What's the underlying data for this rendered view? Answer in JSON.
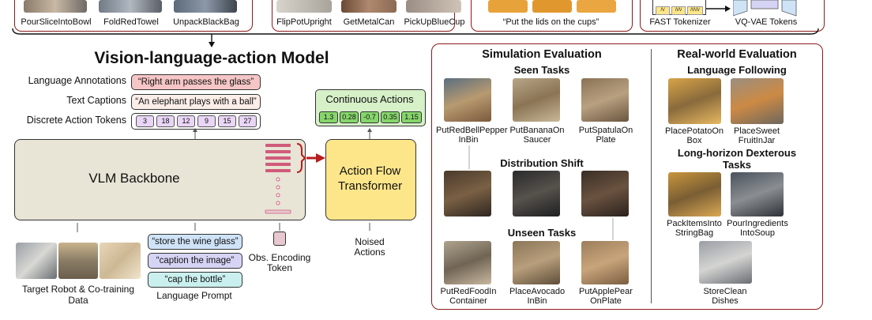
{
  "top_strip": {
    "left_labels": [
      "PourSliceIntoBowl",
      "FoldRedTowel",
      "UnpackBlackBag"
    ],
    "mid_labels": [
      "FlipPotUpright",
      "GetMetalCan",
      "PickUpBlueCup"
    ],
    "caption_quote": "“Put the lids on the cups”",
    "fast_tokenizer": "FAST Tokenizer",
    "vqvae_tokens": "VQ-VAE Tokens",
    "fast_codes": [
      "/\\/",
      "/\\/\\/",
      "/\\/\\/\\/"
    ]
  },
  "vla": {
    "title": "Vision-language-action Model",
    "rows": [
      {
        "label": "Language Annotations",
        "value": "“Right arm passes the glass”"
      },
      {
        "label": "Text Captions",
        "value": "“An elephant plays with a ball”"
      },
      {
        "label": "Discrete Action Tokens"
      }
    ],
    "discrete_tokens": [
      "3",
      "18",
      "12",
      "9",
      "15",
      "27"
    ],
    "continuous_title": "Continuous Actions",
    "continuous_values": [
      "1.3",
      "0.28",
      "-0.7",
      "0.35",
      "1.15"
    ],
    "backbone_label": "VLM Backbone",
    "flow_label_1": "Action Flow",
    "flow_label_2": "Transformer",
    "prompts": [
      "“store the wine glass”",
      "“caption the image”",
      "“cap the bottle”"
    ],
    "data_label_1": "Target Robot & Co-training",
    "data_label_2": "Data",
    "prompt_label": "Language Prompt",
    "obs_label_1": "Obs. Encoding",
    "obs_label_2": "Token",
    "noised_label_1": "Noised",
    "noised_label_2": "Actions"
  },
  "eval": {
    "sim_title": "Simulation Evaluation",
    "real_title": "Real-world Evaluation",
    "seen_title": "Seen Tasks",
    "seen_tasks": [
      [
        "PutRedBellPepper",
        "InBin"
      ],
      [
        "PutBananaOn",
        "Saucer"
      ],
      [
        "PutSpatulaOn",
        "Plate"
      ]
    ],
    "shift_title": "Distribution Shift",
    "unseen_title": "Unseen Tasks",
    "unseen_tasks": [
      [
        "PutRedFoodIn",
        "Container"
      ],
      [
        "PlaceAvocado",
        "InBin"
      ],
      [
        "PutApplePear",
        "OnPlate"
      ]
    ],
    "lang_title": "Language Following",
    "lang_tasks": [
      [
        "PlacePotatoOn",
        "Box"
      ],
      [
        "PlaceSweet",
        "FruitInJar"
      ]
    ],
    "long_title_1": "Long-horizon Dexterous",
    "long_title_2": "Tasks",
    "long_tasks": [
      [
        "PackItemsInto",
        "StringBag"
      ],
      [
        "PourIngredients",
        "IntoSoup"
      ]
    ],
    "store_task": [
      "StoreClean",
      "Dishes"
    ]
  },
  "colors": {
    "frame": "#8b1a1a",
    "backbone": "#e8e4d6",
    "flow": "#fde68a",
    "annotation": "#f6c6c6",
    "caption": "#fbeee8",
    "token": "#e9d5f5",
    "continuous": "#d6f0c8",
    "cont_token": "#86d66b",
    "prompt_blue": "#cfe3f7",
    "prompt_purple": "#d6d4f5",
    "prompt_teal": "#c9f0ee",
    "arrow_red": "#b91c1c"
  }
}
